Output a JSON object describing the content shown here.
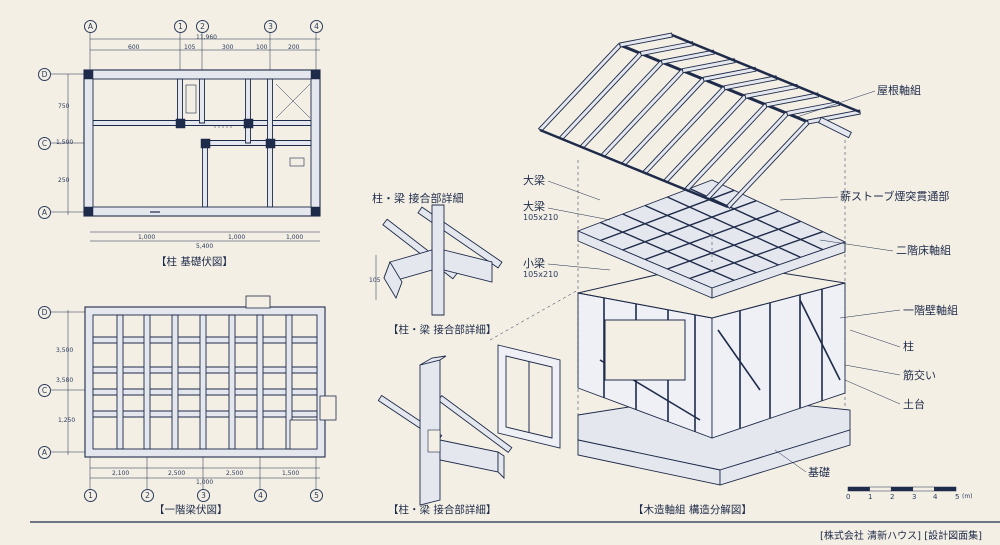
{
  "sheet": {
    "footer": "[株式会社 清新ハウス] [設計図面集]"
  },
  "foundation_plan": {
    "caption": "【柱 基礎伏図】",
    "axes_top": [
      "A",
      "1",
      "2",
      "3",
      "4"
    ],
    "axes_left": [
      "D",
      "C",
      "A"
    ],
    "dims_top": [
      "11,960",
      "600",
      "105",
      "300",
      "100",
      "200"
    ],
    "dims_left": [
      "750",
      "1,500",
      "250"
    ],
    "dims_bottom": [
      "1,000",
      "1,000",
      "1,000",
      "5,400"
    ]
  },
  "beam_plan": {
    "caption": "【一階梁伏図】",
    "axes_left": [
      "D",
      "C",
      "A"
    ],
    "axes_bottom": [
      "1",
      "2",
      "3",
      "4",
      "5"
    ],
    "dims_left": [
      "3,500",
      "3,580",
      "1,250"
    ],
    "dims_bottom": [
      "2,100",
      "2,500",
      "2,500",
      "1,500",
      "1,000"
    ]
  },
  "joint_detail_top": {
    "title": "柱・梁 接合部詳細",
    "caption": "【柱・梁 接合部詳細】",
    "dim": "105"
  },
  "joint_detail_bottom": {
    "caption": "【柱・梁 接合部詳細】"
  },
  "exploded_view": {
    "caption": "【木造軸組 構造分解図】",
    "labels": {
      "roof_frame": "屋根軸組",
      "stove_chimney": "薪ストーブ煙突貫通部",
      "second_floor": "二階床軸組",
      "first_wall": "一階壁軸組",
      "column": "柱",
      "brace": "筋交い",
      "sill": "土台",
      "foundation": "基礎",
      "large_beam": "大梁",
      "large_beam_sized": "大梁",
      "large_beam_size": "105x210",
      "small_beam": "小梁",
      "small_beam_size": "105x210"
    },
    "scale": [
      "0",
      "1",
      "2",
      "3",
      "4",
      "5"
    ],
    "scale_unit": "(m)"
  },
  "colors": {
    "ink": "#1f2b4a",
    "paper": "#f3efe4",
    "member_fill": "#e4e7ee"
  }
}
